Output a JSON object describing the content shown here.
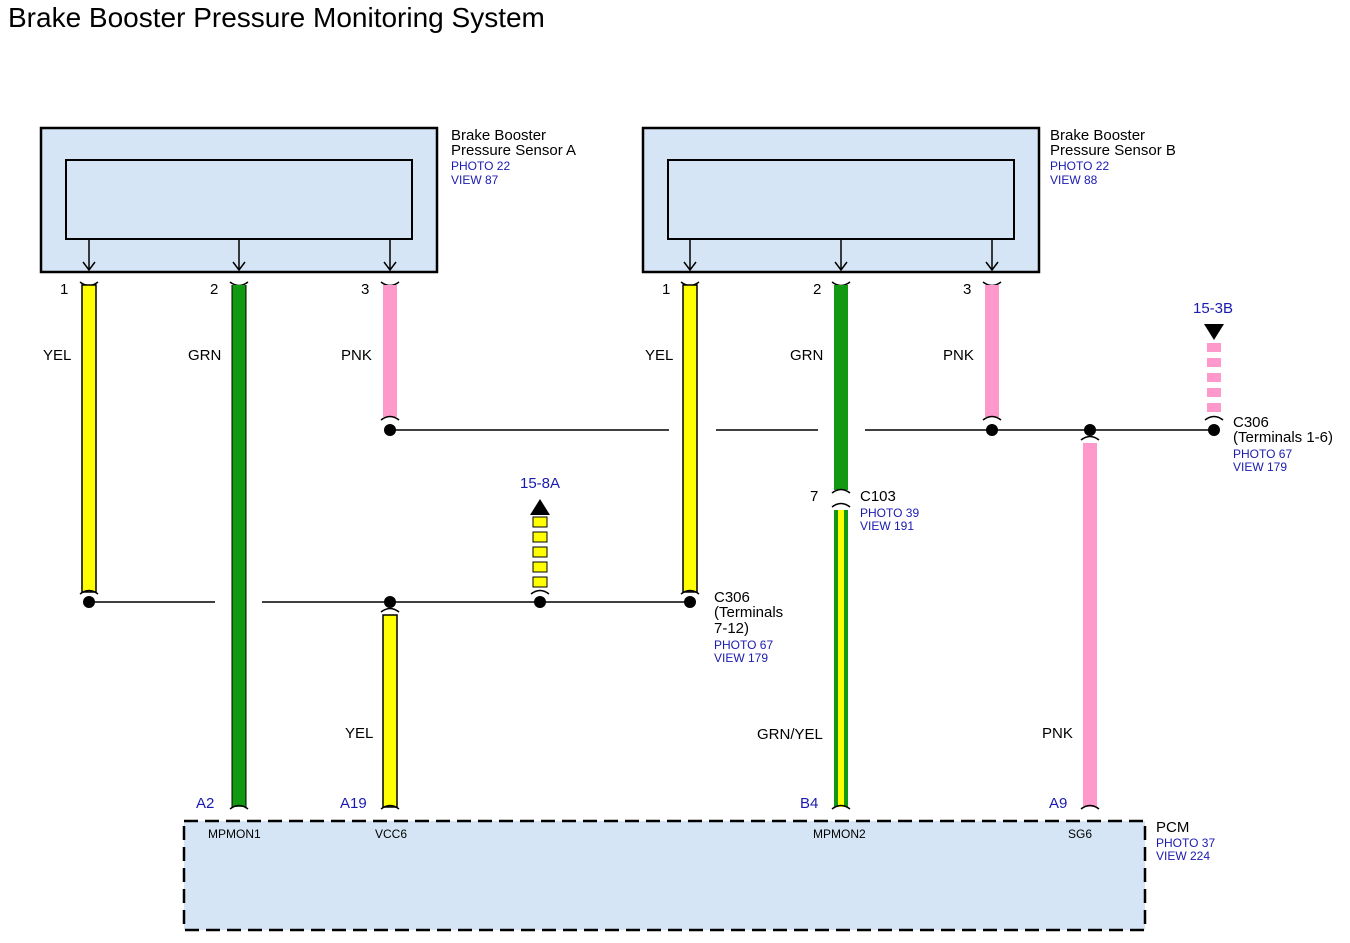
{
  "title": "Brake Booster Pressure Monitoring System",
  "colors": {
    "yellow": "#ffff00",
    "green": "#119911",
    "pink": "#ff99cc",
    "component_fill": "#d5e5f5",
    "ref_blue": "#1a1ab0"
  },
  "sensor_a": {
    "name_line1": "Brake Booster",
    "name_line2": "Pressure Sensor A",
    "photo": "PHOTO 22",
    "view": "VIEW 87",
    "pins": [
      {
        "num": "1",
        "wire": "YEL"
      },
      {
        "num": "2",
        "wire": "GRN"
      },
      {
        "num": "3",
        "wire": "PNK"
      }
    ]
  },
  "sensor_b": {
    "name_line1": "Brake Booster",
    "name_line2": "Pressure Sensor B",
    "photo": "PHOTO 22",
    "view": "VIEW 88",
    "pins": [
      {
        "num": "1",
        "wire": "YEL"
      },
      {
        "num": "2",
        "wire": "GRN"
      },
      {
        "num": "3",
        "wire": "PNK"
      }
    ]
  },
  "c306_upper": {
    "name": "C306",
    "terminals": "(Terminals 1-6)",
    "photo": "PHOTO 67",
    "view": "VIEW 179"
  },
  "c306_lower": {
    "name": "C306",
    "terminals_line1": "(Terminals",
    "terminals_line2": "7-12)",
    "photo": "PHOTO 67",
    "view": "VIEW 179"
  },
  "c103": {
    "name": "C103",
    "pin": "7",
    "photo": "PHOTO 39",
    "view": "VIEW 191"
  },
  "ref_15_3b": "15-3B",
  "ref_15_8a": "15-8A",
  "wire_labels": {
    "vcc6_wire": "YEL",
    "mpmon2_wire": "GRN/YEL",
    "sg6_wire": "PNK"
  },
  "pcm": {
    "name": "PCM",
    "photo": "PHOTO 37",
    "view": "VIEW 224",
    "pins": [
      {
        "pin": "A2",
        "signal": "MPMON1"
      },
      {
        "pin": "A19",
        "signal": "VCC6"
      },
      {
        "pin": "B4",
        "signal": "MPMON2"
      },
      {
        "pin": "A9",
        "signal": "SG6"
      }
    ]
  }
}
